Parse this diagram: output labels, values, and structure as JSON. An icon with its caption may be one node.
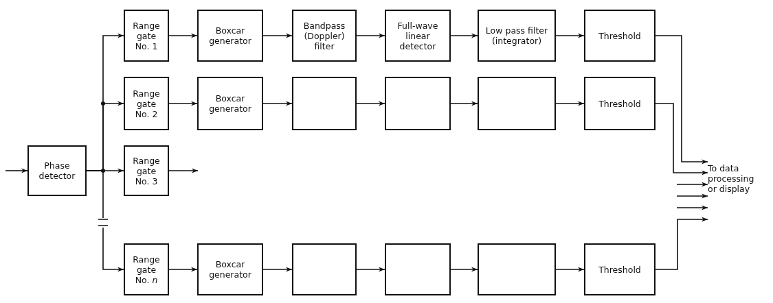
{
  "diagram": {
    "nodes": [
      {
        "text": [
          "Phase detector"
        ]
      },
      {
        "text": [
          "Range gate No. 1"
        ]
      },
      {
        "text": [
          "Boxcar generator"
        ]
      },
      {
        "text": [
          "Bandpass (Doppler) filter"
        ]
      },
      {
        "text": [
          "Full-wave linear detector"
        ]
      },
      {
        "text": [
          "Low pass filter (integrator)"
        ]
      },
      {
        "text": [
          "Threshold"
        ]
      },
      {
        "text": [
          "Range gate No. 2"
        ]
      },
      {
        "text": [
          "Boxcar generator"
        ]
      },
      {
        "text": [],
        "shape": "box"
      },
      {
        "text": [],
        "shape": "box"
      },
      {
        "text": [],
        "shape": "box"
      },
      {
        "text": [
          "Threshold"
        ]
      },
      {
        "text": [
          "Range gate No. 3"
        ]
      },
      {
        "text": [
          "Range gate No. *n*"
        ]
      },
      {
        "text": [
          "Boxcar generator"
        ]
      },
      {
        "text": [],
        "shape": "box"
      },
      {
        "text": [],
        "shape": "box"
      },
      {
        "text": [],
        "shape": "box"
      },
      {
        "text": [
          "Threshold"
        ]
      },
      {
        "text": [
          "To data processing or display"
        ]
      }
    ],
    "edges": [
      {
        "from": null,
        "to": 0,
        "arrow": "to"
      },
      {
        "from": 0,
        "to": 1,
        "arrow": "to"
      },
      {
        "from": 0,
        "to": 7,
        "arrow": "to"
      },
      {
        "from": 0,
        "to": 13,
        "arrow": "to"
      },
      {
        "from": 0,
        "to": 14,
        "arrow": "to"
      },
      {
        "from": 1,
        "to": 2,
        "arrow": "to"
      },
      {
        "from": 2,
        "to": 3,
        "arrow": "to"
      },
      {
        "from": 3,
        "to": 4,
        "arrow": "to"
      },
      {
        "from": 4,
        "to": 5,
        "arrow": "to"
      },
      {
        "from": 5,
        "to": 6,
        "arrow": "to"
      },
      {
        "from": 7,
        "to": 8,
        "arrow": "to"
      },
      {
        "from": 8,
        "to": 9,
        "arrow": "to"
      },
      {
        "from": 9,
        "to": 10,
        "arrow": "to"
      },
      {
        "from": 10,
        "to": 11,
        "arrow": "to"
      },
      {
        "from": 11,
        "to": 12,
        "arrow": "to"
      },
      {
        "from": 13,
        "to": null,
        "arrow": "to"
      },
      {
        "from": 14,
        "to": 15,
        "arrow": "to"
      },
      {
        "from": 15,
        "to": 16,
        "arrow": "to"
      },
      {
        "from": 16,
        "to": 17,
        "arrow": "to"
      },
      {
        "from": 17,
        "to": 18,
        "arrow": "to"
      },
      {
        "from": 18,
        "to": 19,
        "arrow": "to"
      },
      {
        "from": 6,
        "to": 20,
        "arrow": "to"
      },
      {
        "from": 12,
        "to": 20,
        "arrow": "to"
      },
      {
        "from": null,
        "to": 20,
        "arrow": "to"
      },
      {
        "from": null,
        "to": 20,
        "arrow": "to"
      },
      {
        "from": null,
        "to": 20,
        "arrow": "to"
      },
      {
        "from": 19,
        "to": 20,
        "arrow": "to"
      }
    ]
  }
}
